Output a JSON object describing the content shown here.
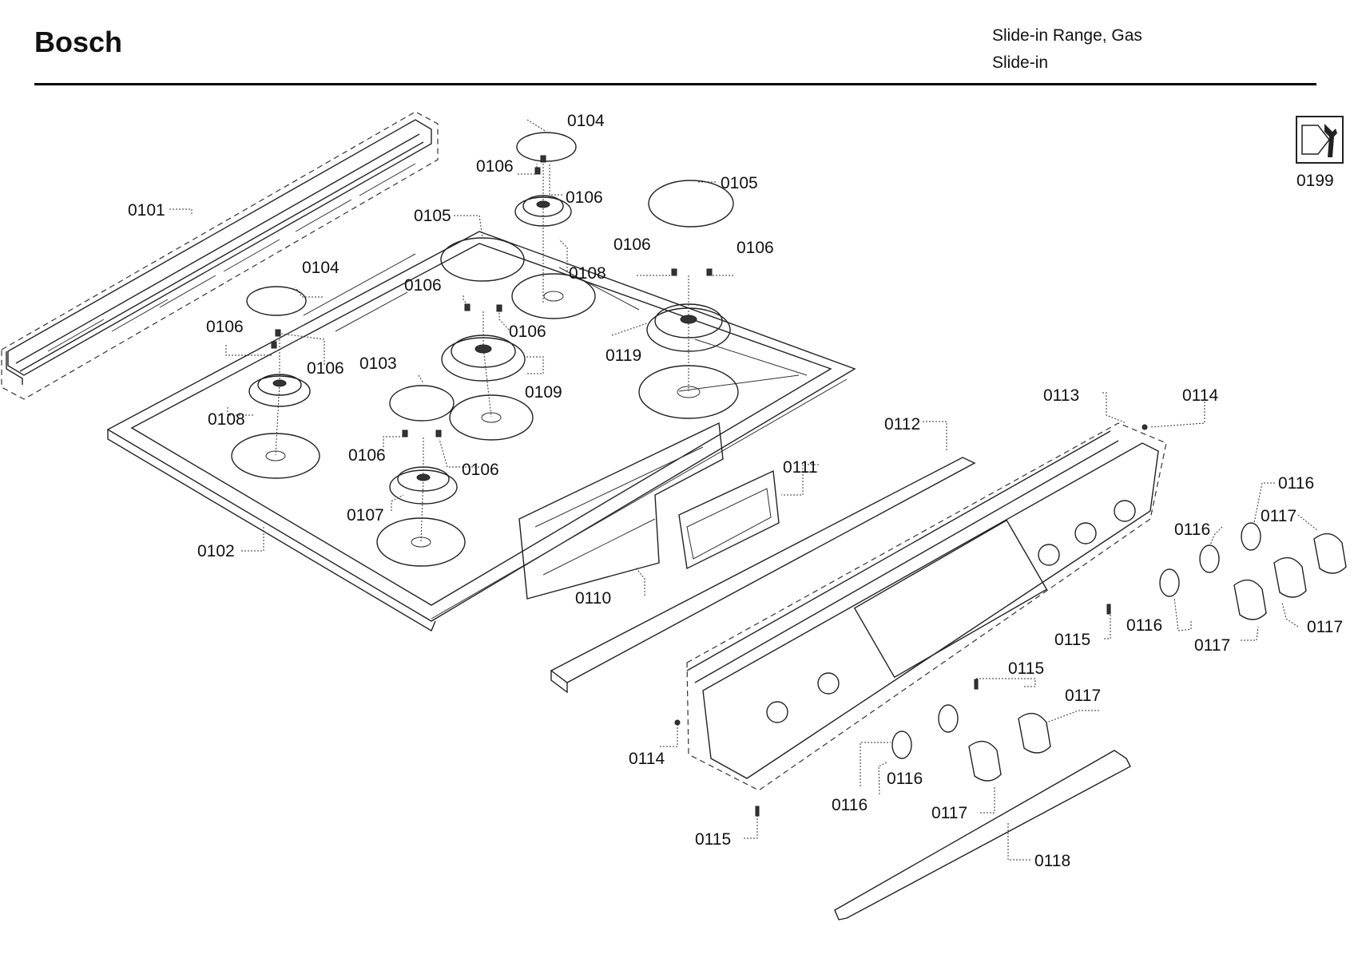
{
  "header": {
    "brand": "Bosch",
    "product_line1": "Slide-in Range, Gas",
    "product_line2": "Slide-in"
  },
  "tool": {
    "icon": "wrench-icon",
    "label": "0199"
  },
  "labels": [
    {
      "id": "0101",
      "text": "0101"
    },
    {
      "id": "0104a",
      "text": "0104"
    },
    {
      "id": "0104b",
      "text": "0104"
    },
    {
      "id": "0106a",
      "text": "0106"
    },
    {
      "id": "0106b",
      "text": "0106"
    },
    {
      "id": "0105a",
      "text": "0105"
    },
    {
      "id": "0105b",
      "text": "0105"
    },
    {
      "id": "0108a",
      "text": "0108"
    },
    {
      "id": "0106c",
      "text": "0106"
    },
    {
      "id": "0106d",
      "text": "0106"
    },
    {
      "id": "0106e",
      "text": "0106"
    },
    {
      "id": "0106f",
      "text": "0106"
    },
    {
      "id": "0106g",
      "text": "0106"
    },
    {
      "id": "0106h",
      "text": "0106"
    },
    {
      "id": "0119",
      "text": "0119"
    },
    {
      "id": "0103",
      "text": "0103"
    },
    {
      "id": "0109",
      "text": "0109"
    },
    {
      "id": "0108b",
      "text": "0108"
    },
    {
      "id": "0106i",
      "text": "0106"
    },
    {
      "id": "0106j",
      "text": "0106"
    },
    {
      "id": "0107",
      "text": "0107"
    },
    {
      "id": "0102",
      "text": "0102"
    },
    {
      "id": "0113",
      "text": "0113"
    },
    {
      "id": "0114a",
      "text": "0114"
    },
    {
      "id": "0112",
      "text": "0112"
    },
    {
      "id": "0111",
      "text": "0111"
    },
    {
      "id": "0110",
      "text": "0110"
    },
    {
      "id": "0116a",
      "text": "0116"
    },
    {
      "id": "0116b",
      "text": "0116"
    },
    {
      "id": "0117a",
      "text": "0117"
    },
    {
      "id": "0116c",
      "text": "0116"
    },
    {
      "id": "0117b",
      "text": "0117"
    },
    {
      "id": "0117c",
      "text": "0117"
    },
    {
      "id": "0115a",
      "text": "0115"
    },
    {
      "id": "0115b",
      "text": "0115"
    },
    {
      "id": "0117d",
      "text": "0117"
    },
    {
      "id": "0114b",
      "text": "0114"
    },
    {
      "id": "0116d",
      "text": "0116"
    },
    {
      "id": "0116e",
      "text": "0116"
    },
    {
      "id": "0117e",
      "text": "0117"
    },
    {
      "id": "0115c",
      "text": "0115"
    },
    {
      "id": "0118",
      "text": "0118"
    }
  ]
}
